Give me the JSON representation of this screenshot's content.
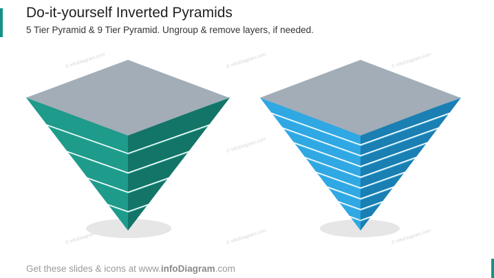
{
  "header": {
    "title": "Do-it-yourself Inverted Pyramids",
    "subtitle": "5 Tier Pyramid & 9 Tier Pyramid. Ungroup & remove layers, if needed."
  },
  "footer": {
    "prefix": "Get these slides & icons at www.",
    "brand": "infoDiagram",
    "suffix": ".com"
  },
  "watermark": "© infoDiagram.com",
  "colors": {
    "accent": "#16918a",
    "top_face": "#a2adb7",
    "shadow": "#e6e6e6",
    "teal_front": "#1e9b8b",
    "teal_side": "#137468",
    "teal_highlight": "#2fae9d",
    "blue_front": "#2fa8e3",
    "blue_side": "#1a7fb2",
    "blue_highlight": "#5ec0ec"
  },
  "diagrams": [
    {
      "id": "pyramid-5-tier",
      "tiers": 5,
      "palette": "teal"
    },
    {
      "id": "pyramid-9-tier",
      "tiers": 9,
      "palette": "blue"
    }
  ]
}
